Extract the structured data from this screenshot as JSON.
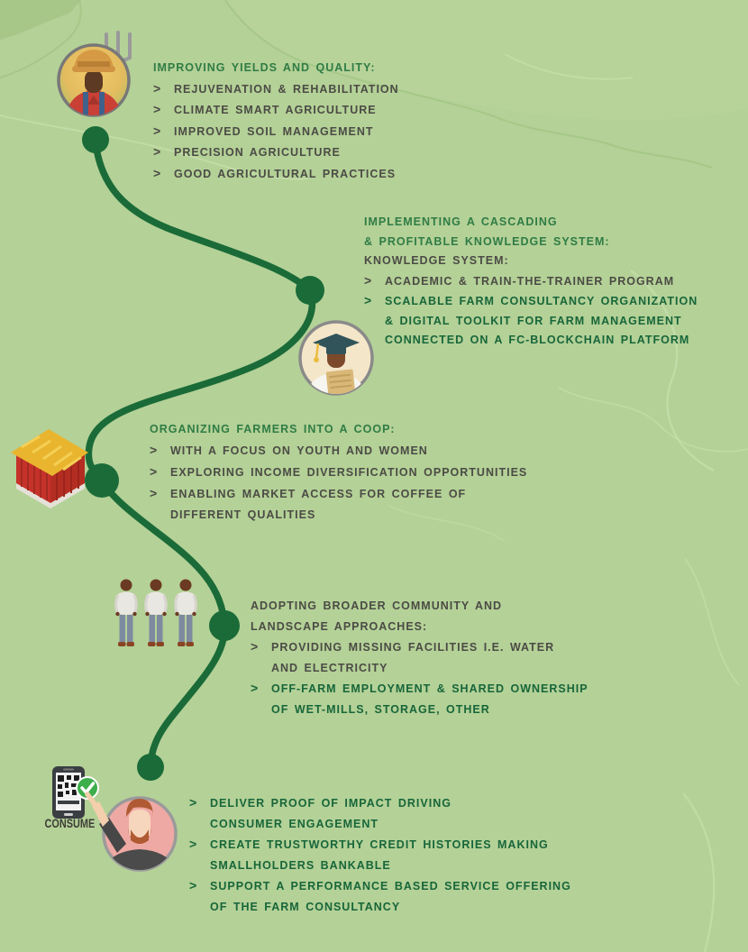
{
  "palette": {
    "background": "#b4d197",
    "map_line_light": "#c6dfab",
    "map_line_dark": "#a0c482",
    "map_region_light": "#bcd7a0",
    "map_region_dark": "#9cc07e",
    "path_green": "#1a6b38",
    "heading_green": "#2f7c45",
    "bullet_green": "#17663a",
    "text_dark": "#4b4b45",
    "consume_label": "#3d3d38",
    "status_check_green": "#3cae4a"
  },
  "chevron_glyph": ">",
  "sections": [
    {
      "id": "improving-yields",
      "icon": "farmer-icon",
      "lines": [
        {
          "text": "IMPROVING YIELDS AND QUALITY:",
          "style": "heading-green"
        },
        {
          "text": "REJUVENATION & REHABILITATION",
          "style": "dark",
          "chevron": true
        },
        {
          "text": "CLIMATE SMART AGRICULTURE",
          "style": "dark",
          "chevron": true
        },
        {
          "text": "IMPROVED SOIL MANAGEMENT",
          "style": "dark",
          "chevron": true
        },
        {
          "text": "PRECISION AGRICULTURE",
          "style": "dark",
          "chevron": true
        },
        {
          "text": "GOOD AGRICULTURAL PRACTICES",
          "style": "dark",
          "chevron": true
        }
      ]
    },
    {
      "id": "knowledge-system",
      "icon": "graduate-icon",
      "lines": [
        {
          "text": "IMPLEMENTING A CASCADING",
          "style": "heading-green"
        },
        {
          "text": "& PROFITABLE KNOWLEDGE SYSTEM:",
          "style": "heading-green"
        },
        {
          "text": "KNOWLEDGE SYSTEM:",
          "style": "dark"
        },
        {
          "text": "ACADEMIC & TRAIN-THE-TRAINER PROGRAM",
          "style": "dark",
          "chevron": true
        },
        {
          "text": "SCALABLE FARM CONSULTANCY ORGANIZATION",
          "style": "green-bold",
          "chevron": true
        },
        {
          "text": "& DIGITAL TOOLKIT FOR FARM MANAGEMENT",
          "style": "green-bold",
          "indent": true
        },
        {
          "text": "CONNECTED ON A FC-BLOCKCHAIN PLATFORM",
          "style": "green-bold",
          "indent": true
        }
      ]
    },
    {
      "id": "organizing-coop",
      "icon": "warehouse-icon",
      "lines": [
        {
          "text": "ORGANIZING FARMERS INTO A COOP:",
          "style": "heading-green"
        },
        {
          "text": "WITH A FOCUS ON YOUTH AND WOMEN",
          "style": "dark",
          "chevron": true
        },
        {
          "text": "EXPLORING INCOME DIVERSIFICATION OPPORTUNITIES",
          "style": "dark",
          "chevron": true
        },
        {
          "text": "ENABLING MARKET ACCESS FOR COFFEE OF",
          "style": "dark",
          "chevron": true
        },
        {
          "text": "DIFFERENT QUALITIES",
          "style": "dark",
          "indent": true
        }
      ]
    },
    {
      "id": "community-landscape",
      "icon": "community-people-icon",
      "lines": [
        {
          "text": "ADOPTING BROADER COMMUNITY AND",
          "style": "dark"
        },
        {
          "text": "LANDSCAPE APPROACHES:",
          "style": "dark"
        },
        {
          "text": "PROVIDING MISSING FACILITIES I.E. WATER",
          "style": "dark",
          "chevron": true
        },
        {
          "text": "AND ELECTRICITY",
          "style": "dark",
          "indent": true
        },
        {
          "text": "OFF-FARM EMPLOYMENT & SHARED OWNERSHIP",
          "style": "green-bold",
          "chevron": true
        },
        {
          "text": "OF WET-MILLS, STORAGE, OTHER",
          "style": "green-bold",
          "indent": true
        }
      ]
    },
    {
      "id": "proof-of-impact",
      "icon": "consumer-icon",
      "label": "CONSUME",
      "lines": [
        {
          "text": "DELIVER PROOF OF IMPACT DRIVING",
          "style": "green-bold",
          "chevron": true
        },
        {
          "text": "CONSUMER ENGAGEMENT",
          "style": "green-bold",
          "indent": true
        },
        {
          "text": "CREATE TRUSTWORTHY CREDIT HISTORIES MAKING",
          "style": "green-bold",
          "chevron": true
        },
        {
          "text": "SMALLHOLDERS BANKABLE",
          "style": "green-bold",
          "indent": true
        },
        {
          "text": "SUPPORT A PERFORMANCE BASED SERVICE OFFERING",
          "style": "green-bold",
          "chevron": true
        },
        {
          "text": "OF THE FARM CONSULTANCY",
          "style": "green-bold",
          "indent": true
        }
      ]
    }
  ]
}
